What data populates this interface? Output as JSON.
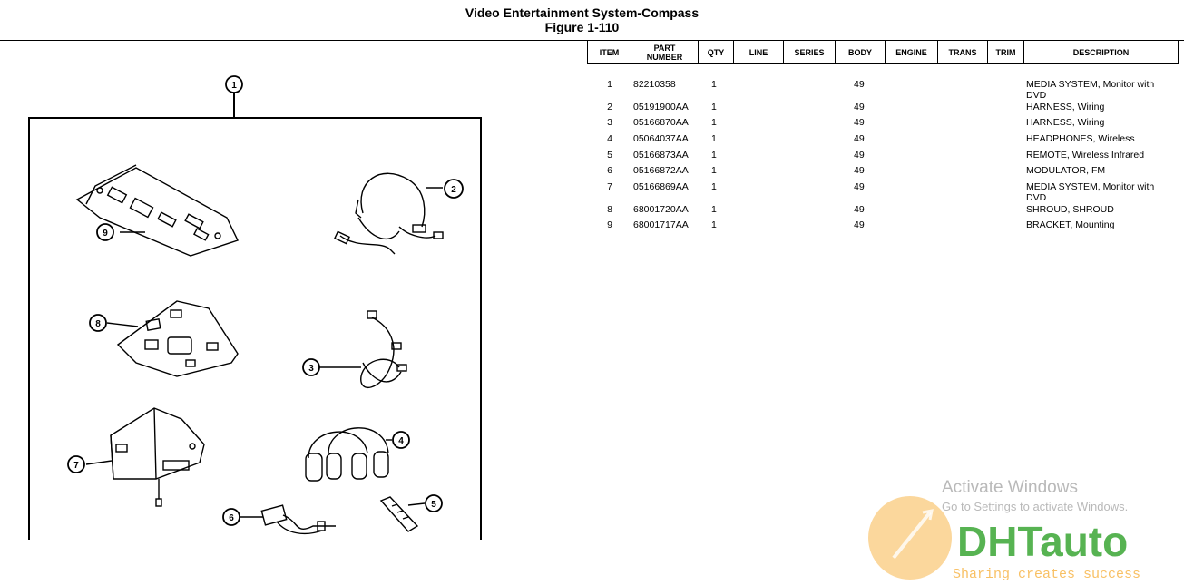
{
  "header": {
    "title": "Video Entertainment System-Compass",
    "figure": "Figure 1-110"
  },
  "table": {
    "columns": [
      "ITEM",
      "PART\nNUMBER",
      "QTY",
      "LINE",
      "SERIES",
      "BODY",
      "ENGINE",
      "TRANS",
      "TRIM",
      "DESCRIPTION"
    ],
    "rows": [
      {
        "item": "1",
        "part": "82210358",
        "qty": "1",
        "body": "49",
        "desc": "MEDIA SYSTEM, Monitor with DVD"
      },
      {
        "item": "2",
        "part": "05191900AA",
        "qty": "1",
        "body": "49",
        "desc": "HARNESS, Wiring"
      },
      {
        "item": "3",
        "part": "05166870AA",
        "qty": "1",
        "body": "49",
        "desc": "HARNESS, Wiring"
      },
      {
        "item": "4",
        "part": "05064037AA",
        "qty": "1",
        "body": "49",
        "desc": "HEADPHONES, Wireless"
      },
      {
        "item": "5",
        "part": "05166873AA",
        "qty": "1",
        "body": "49",
        "desc": "REMOTE, Wireless Infrared"
      },
      {
        "item": "6",
        "part": "05166872AA",
        "qty": "1",
        "body": "49",
        "desc": "MODULATOR, FM"
      },
      {
        "item": "7",
        "part": "05166869AA",
        "qty": "1",
        "body": "49",
        "desc": "MEDIA SYSTEM, Monitor with DVD"
      },
      {
        "item": "8",
        "part": "68001720AA",
        "qty": "1",
        "body": "49",
        "desc": "SHROUD, SHROUD"
      },
      {
        "item": "9",
        "part": "68001717AA",
        "qty": "1",
        "body": "49",
        "desc": "BRACKET, Mounting"
      }
    ]
  },
  "callouts": [
    "1",
    "2",
    "3",
    "4",
    "5",
    "6",
    "7",
    "8",
    "9"
  ],
  "watermark": {
    "activate_title": "Activate Windows",
    "activate_sub": "Go to Settings to activate Windows.",
    "logo_main": "DHTauto",
    "logo_sub": "Sharing creates success",
    "logo_color": "#3aa635",
    "logo_orange": "#f6a623"
  }
}
